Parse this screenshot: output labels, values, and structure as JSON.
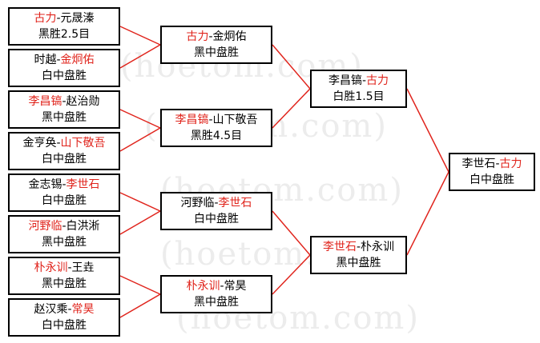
{
  "watermark": "(hoetom.com)",
  "colors": {
    "winner": "#e0241c",
    "line": "#e0241c",
    "border": "#000000"
  },
  "round1": [
    {
      "p1": "古力",
      "sep": "-",
      "p2": "元晟溱",
      "result": "黑胜2.5目",
      "winner": 1
    },
    {
      "p1": "时越",
      "sep": "-",
      "p2": "金炯佑",
      "result": "白中盘胜",
      "winner": 2
    },
    {
      "p1": "李昌镐",
      "sep": "-",
      "p2": "赵治勋",
      "result": "黑中盘胜",
      "winner": 1
    },
    {
      "p1": "金亨奂",
      "sep": "-",
      "p2": "山下敬吾",
      "result": "白中盘胜",
      "winner": 2
    },
    {
      "p1": "金志锡",
      "sep": "-",
      "p2": "李世石",
      "result": "白中盘胜",
      "winner": 2
    },
    {
      "p1": "河野临",
      "sep": "-",
      "p2": "白洪淅",
      "result": "黑中盘胜",
      "winner": 1
    },
    {
      "p1": "朴永训",
      "sep": "-",
      "p2": "王垚",
      "result": "黑中盘胜",
      "winner": 1
    },
    {
      "p1": "赵汉乘",
      "sep": "-",
      "p2": "常昊",
      "result": "白中盘胜",
      "winner": 2
    }
  ],
  "round2": [
    {
      "p1": "古力",
      "sep": "-",
      "p2": "金炯佑",
      "result": "黑中盘胜",
      "winner": 1
    },
    {
      "p1": "李昌镐",
      "sep": "-",
      "p2": "山下敬吾",
      "result": "黑胜4.5目",
      "winner": 1
    },
    {
      "p1": "河野临",
      "sep": "-",
      "p2": "李世石",
      "result": "白中盘胜",
      "winner": 2
    },
    {
      "p1": "朴永训",
      "sep": "-",
      "p2": "常昊",
      "result": "黑中盘胜",
      "winner": 1
    }
  ],
  "round3": [
    {
      "p1": "李昌镐",
      "sep": "-",
      "p2": "古力",
      "result": "白胜1.5目",
      "winner": 2
    },
    {
      "p1": "李世石",
      "sep": "-",
      "p2": "朴永训",
      "result": "黑中盘胜",
      "winner": 1
    }
  ],
  "final": [
    {
      "p1": "李世石",
      "sep": "-",
      "p2": "古力",
      "result": "白中盘胜",
      "winner": 2
    }
  ]
}
